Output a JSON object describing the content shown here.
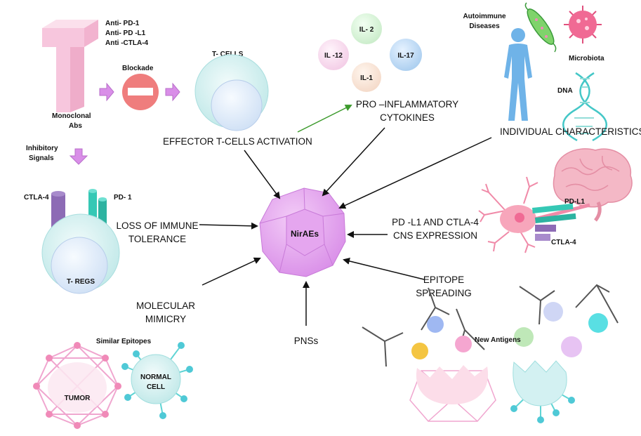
{
  "center": {
    "label": "NirAEs",
    "color": "#e6a3f0"
  },
  "monoclonal": {
    "antibodies": [
      "Anti- PD-1",
      "Anti- PD -L1",
      "Anti -CTLA-4"
    ],
    "caption_line1": "Monoclonal",
    "caption_line2": "Abs",
    "blockade": "Blockade",
    "inhibitory_line1": "Inhibitory",
    "inhibitory_line2": "Signals"
  },
  "tcells": {
    "cell_label": "T- CELLS",
    "activation": "EFFECTOR T-CELLS ACTIVATION"
  },
  "cytokines": {
    "items": [
      "IL- 2",
      "IL -12",
      "IL-17",
      "IL-1"
    ],
    "caption_line1": "PRO –INFLAMMATORY",
    "caption_line2": "CYTOKINES"
  },
  "individual": {
    "autoimmune_line1": "Autoimmune",
    "autoimmune_line2": "Diseases",
    "microbiota": "Microbiota",
    "dna": "DNA",
    "caption": "INDIVIDUAL CHARACTERISTICS"
  },
  "tregs": {
    "ctla4": "CTLA-4",
    "pd1": "PD- 1",
    "cell_label": "T- REGS",
    "tolerance_line1": "LOSS OF IMMUNE",
    "tolerance_line2": "TOLERANCE"
  },
  "cns": {
    "pdl1": "PD-L1",
    "ctla4": "CTLA-4",
    "caption_line1": "PD -L1 AND CTLA-4",
    "caption_line2": "CNS EXPRESSION"
  },
  "mimicry": {
    "caption_line1": "MOLECULAR",
    "caption_line2": "MIMICRY",
    "similar": "Similar Epitopes",
    "tumor": "TUMOR",
    "normal_line1": "NORMAL",
    "normal_line2": "CELL"
  },
  "pns": {
    "label": "PNSs"
  },
  "epitope": {
    "caption_line1": "EPITOPE",
    "caption_line2": "SPREADING",
    "new_antigens": "New Antigens"
  },
  "colors": {
    "pink_antibody": "#f7c6dd",
    "tcell_cyan": "#c8ecec",
    "arrow_purple": "#d98ee8",
    "green_arrow": "#3c9a2c",
    "teal_receptor": "#35c8b5",
    "ctla4_purple": "#8d6bb5",
    "body_blue": "#6fb3e8",
    "brain_pink": "#f4b8c6"
  }
}
